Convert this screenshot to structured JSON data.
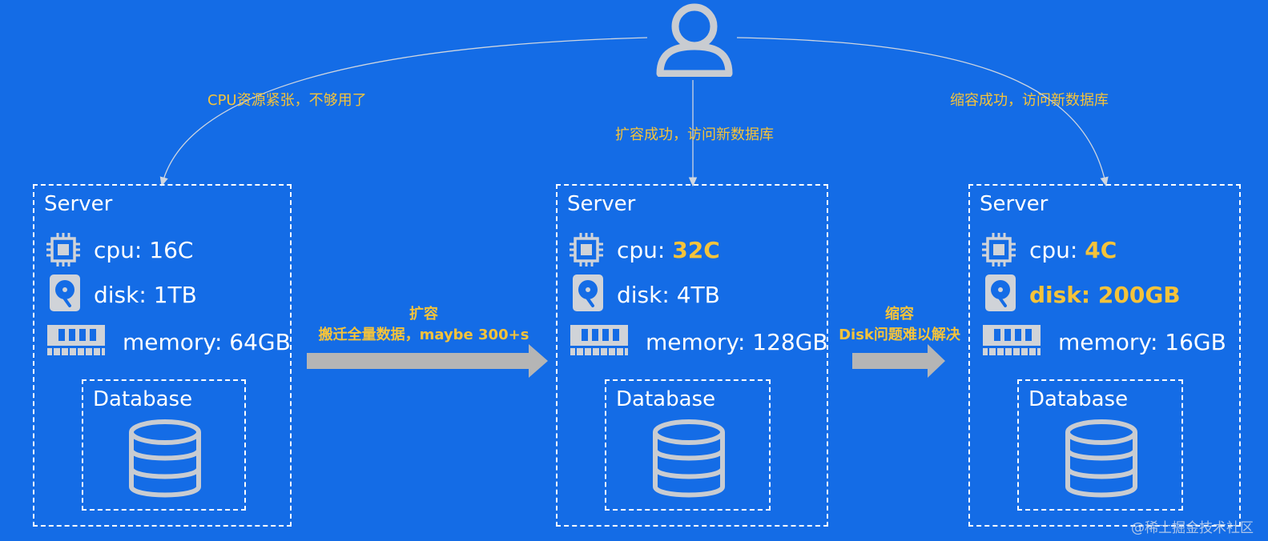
{
  "user": {
    "icon": "user-icon"
  },
  "connections": {
    "left_note": "CPU资源紧张，不够用了",
    "middle_note": "扩容成功，访问新数据库",
    "right_note": "缩容成功，访问新数据库"
  },
  "servers": [
    {
      "title": "Server",
      "cpu_key": "cpu: ",
      "cpu_val": "16C",
      "disk_key": "disk: ",
      "disk_val": "1TB",
      "memory": "memory: 64GB",
      "db_title": "Database"
    },
    {
      "title": "Server",
      "cpu_key": "cpu: ",
      "cpu_val": "32C",
      "disk_key": "disk: ",
      "disk_val": "4TB",
      "memory": "memory: 128GB",
      "db_title": "Database"
    },
    {
      "title": "Server",
      "cpu_key": "cpu: ",
      "cpu_val": "4C",
      "disk_full": "disk: 200GB",
      "memory": "memory: 16GB",
      "db_title": "Database"
    }
  ],
  "arrows": {
    "scale_up_line1": "扩容",
    "scale_up_line2": "搬迁全量数据，maybe 300+s",
    "scale_down_line1": "缩容",
    "scale_down_line2": "Disk问题难以解决"
  },
  "watermark": "@稀土掘金技术社区",
  "colors": {
    "background": "#146ce6",
    "accent": "#f5c33a",
    "line": "#cfd6e0",
    "arrow": "#b5b5b5"
  }
}
